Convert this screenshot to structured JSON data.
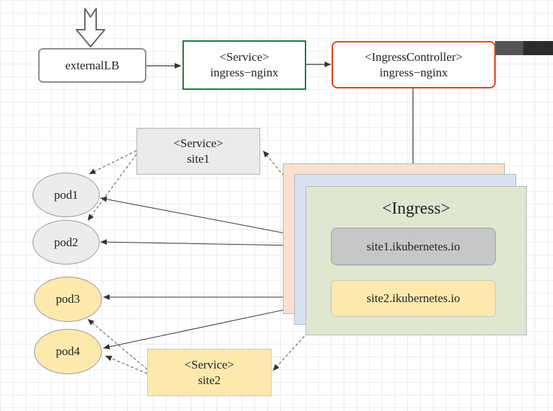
{
  "external_lb": {
    "label": "externalLB"
  },
  "service_ingress_nginx": {
    "line1": "<Service>",
    "line2": "ingress−nginx"
  },
  "ingress_controller": {
    "line1": "<IngressController>",
    "line2": "ingress−nginx"
  },
  "service_site1": {
    "line1": "<Service>",
    "line2": "site1"
  },
  "service_site2": {
    "line1": "<Service>",
    "line2": "site2"
  },
  "ingress": {
    "title": "<Ingress>"
  },
  "rules": {
    "site1": "site1.ikubernetes.io",
    "site2": "site2.ikubernetes.io"
  },
  "pods": [
    "pod1",
    "pod2",
    "pod3",
    "pod4"
  ],
  "colors": {
    "service_border": "#1f7a3d",
    "controller_border": "#d9441c",
    "ingress_bg": "#dfe7d0",
    "card_orange": "#fbe0cf",
    "card_blue": "#d7e3f1",
    "rule1_bg": "#c7c7c7",
    "rule2_bg": "#fde9ad",
    "pod_gray": "#ececec",
    "pod_yellow": "#fde9ad"
  }
}
